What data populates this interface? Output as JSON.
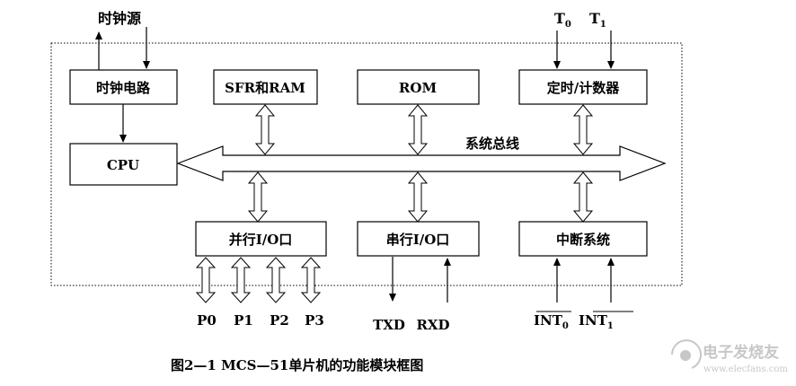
{
  "diagram": {
    "external_inputs": {
      "clock_source": "时钟源",
      "t0": "T",
      "t0_sub": "0",
      "t1": "T",
      "t1_sub": "1"
    },
    "blocks": {
      "clock_circuit": "时钟电路",
      "sfr_ram": "SFR和RAM",
      "rom": "ROM",
      "timer_counter": "定时/计数器",
      "cpu": "CPU",
      "parallel_io": "并行I/O口",
      "serial_io": "串行I/O口",
      "interrupt_system": "中断系统"
    },
    "bus_label": "系统总线",
    "ports": [
      "P0",
      "P1",
      "P2",
      "P3"
    ],
    "serial_pins": {
      "txd": "TXD",
      "rxd": "RXD"
    },
    "interrupt_pins": {
      "int0": "INT",
      "int0_sub": "0",
      "int1": "INT",
      "int1_sub": "1"
    },
    "caption": "图2—1 MCS—51单片机的功能模块框图"
  },
  "watermark": {
    "text_cn": "电子发烧友",
    "text_url": "www.elecfans.com"
  }
}
